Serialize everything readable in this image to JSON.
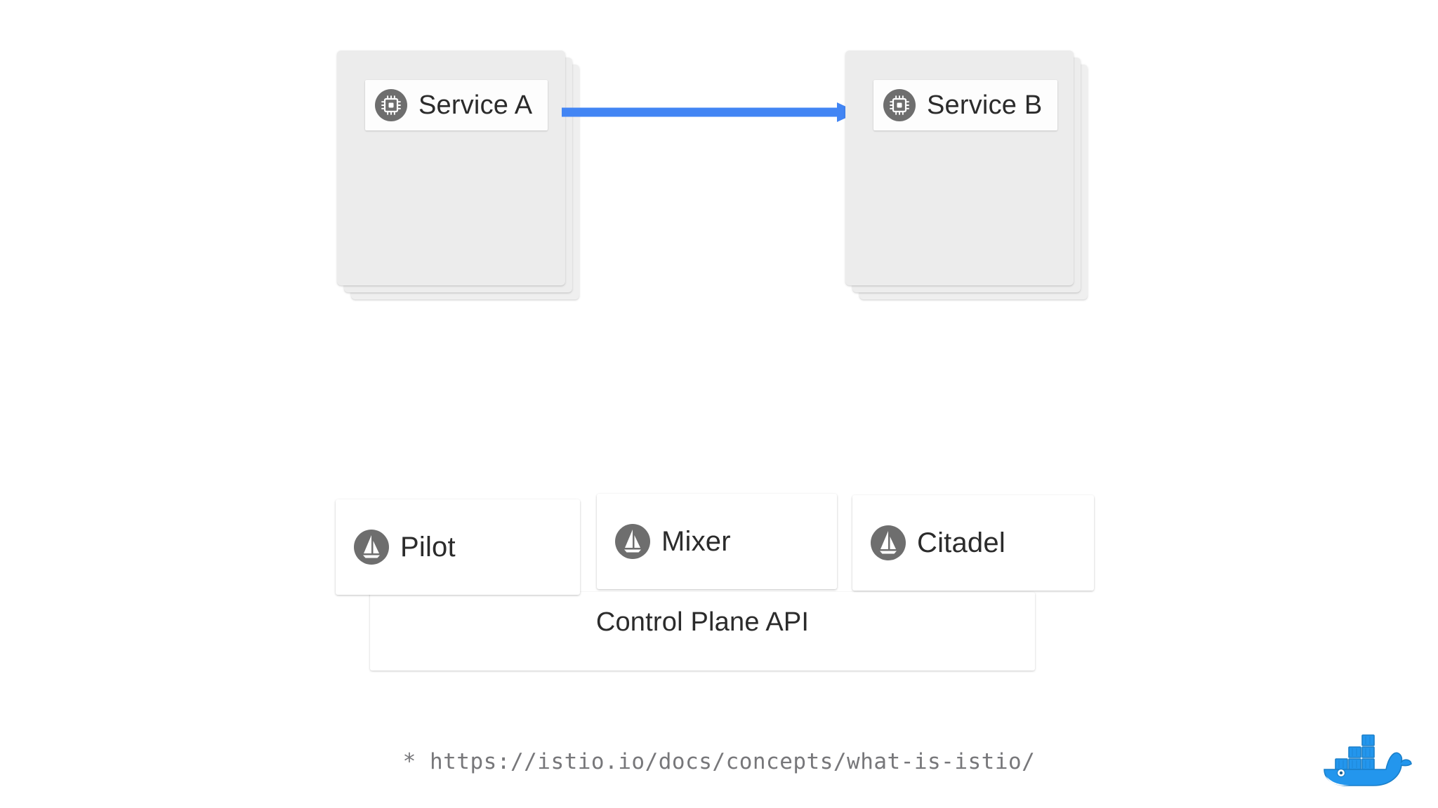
{
  "slide": {
    "background_color": "#ffffff",
    "accent_color": "#4285f4",
    "card_gray": "#ececec",
    "icon_circle_gray": "#6e6e6e",
    "text_color": "#2b2b2b",
    "footnote_color": "#77777a"
  },
  "data_plane": {
    "services": [
      {
        "name": "Service A",
        "icon": "chip-icon"
      },
      {
        "name": "Service B",
        "icon": "chip-icon"
      }
    ],
    "connection": {
      "from": "Service A",
      "to": "Service B",
      "direction": "right",
      "color": "#4285f4",
      "icon": "arrow-right-icon"
    }
  },
  "control_plane": {
    "api_label": "Control Plane API",
    "components": [
      {
        "name": "Pilot",
        "icon": "istio-sail-icon"
      },
      {
        "name": "Mixer",
        "icon": "istio-sail-icon"
      },
      {
        "name": "Citadel",
        "icon": "istio-sail-icon"
      }
    ]
  },
  "footnote": {
    "text": "* https://istio.io/docs/concepts/what-is-istio/"
  },
  "branding": {
    "logo": "docker-whale-logo",
    "logo_color": "#2396ed"
  }
}
